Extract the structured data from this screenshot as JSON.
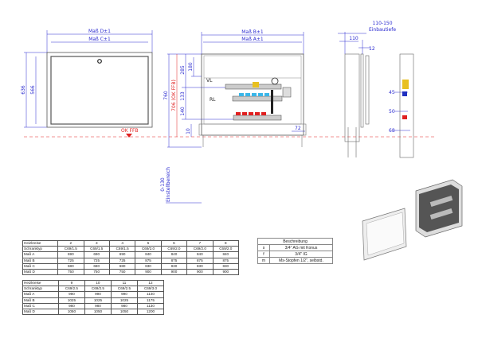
{
  "front_view": {
    "dim_width_outer": "Maß D±1",
    "dim_width_inner": "Maß C±1",
    "dim_height_outer": "636",
    "dim_height_inner": "566",
    "floor_label": "OK FFB"
  },
  "manifold_view": {
    "dim_width_outer": "Maß B±1",
    "dim_width_inner": "Maß A±1",
    "dim_total_height": "760",
    "dim_floor_height": "706 (OK FFB)",
    "dim_285": "285",
    "dim_180": "180",
    "dim_133": "133",
    "dim_140": "140",
    "dim_10": "10",
    "dim_72": "72",
    "label_vl": "VL",
    "label_rl": "RL",
    "adjust_range": "0-130",
    "adjust_label": "Einstellbereich"
  },
  "side_view": {
    "depth_range": "110-150",
    "depth_label": "Einbautiefe",
    "dim_110": "110",
    "dim_12": "12",
    "dim_45": "45",
    "dim_50": "50",
    "dim_68": "68"
  },
  "table1": {
    "rows": [
      [
        "Heizkreise",
        "2",
        "3",
        "4",
        "5",
        "6",
        "7",
        "8"
      ],
      [
        "Schranktyp",
        "C69/1.5",
        "C69/1.5",
        "C69/1.5",
        "C69/2.0",
        "C69/2.0",
        "C69/2.0",
        "C69/2.0"
      ],
      [
        "Maß A",
        "690",
        "690",
        "690",
        "840",
        "840",
        "840",
        "840"
      ],
      [
        "Maß B",
        "725",
        "725",
        "725",
        "875",
        "875",
        "875",
        "875"
      ],
      [
        "Maß C",
        "680",
        "680",
        "680",
        "830",
        "830",
        "830",
        "830"
      ],
      [
        "Maß D",
        "750",
        "750",
        "750",
        "900",
        "900",
        "900",
        "900"
      ]
    ]
  },
  "table2": {
    "rows": [
      [
        "Heizkreise",
        "9",
        "10",
        "11",
        "12"
      ],
      [
        "Schranktyp",
        "C69/2.5",
        "C69/2.5",
        "C69/2.5",
        "C69/3.0"
      ],
      [
        "Maß A",
        "990",
        "990",
        "990",
        "1140"
      ],
      [
        "Maß B",
        "1025",
        "1025",
        "1025",
        "1175"
      ],
      [
        "Maß C",
        "980",
        "980",
        "980",
        "1130"
      ],
      [
        "Maß D",
        "1050",
        "1050",
        "1050",
        "1200"
      ]
    ]
  },
  "legend": {
    "title": "Beschreibung",
    "rows": [
      [
        "s",
        "3/4\" AG mit Konus"
      ],
      [
        "f",
        "3/4\" IG"
      ],
      [
        "m",
        "Ms-Stopfen 1/2\", selbstd."
      ]
    ]
  },
  "colors": {
    "dimension": "#2a2ad0",
    "floor": "#e02020"
  }
}
